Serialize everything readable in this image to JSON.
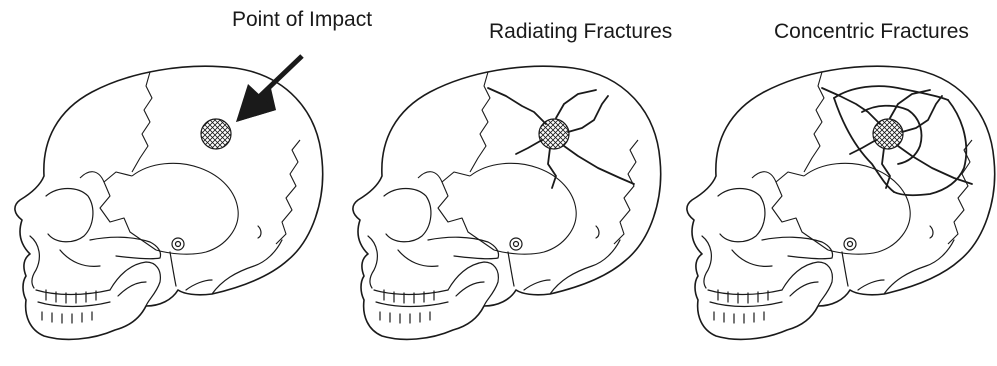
{
  "panels": [
    {
      "title": "Point of Impact"
    },
    {
      "title": "Radiating Fractures"
    },
    {
      "title": "Concentric Fractures"
    }
  ]
}
